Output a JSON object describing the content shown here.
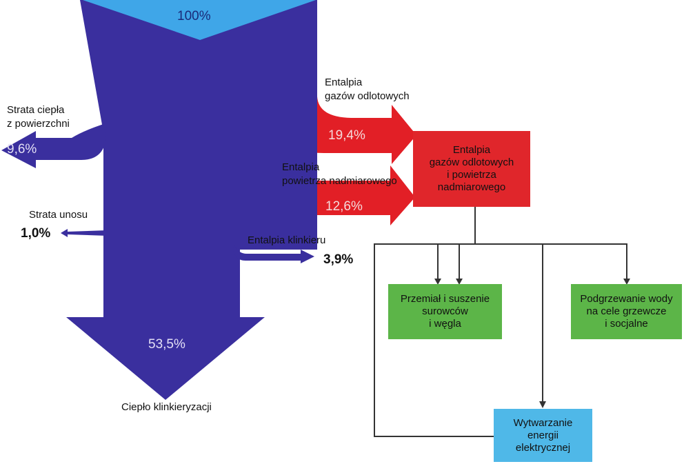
{
  "colors": {
    "main_flow": "#3a2f9e",
    "main_flow_light": "#3fa6e8",
    "exhaust_flow": "#e21f26",
    "exhaust_box": "#e0262b",
    "drying_box": "#5cb548",
    "heating_box": "#5cb548",
    "power_box": "#4fb8e8",
    "connector": "#333333"
  },
  "flows": {
    "input": {
      "percent": "100%"
    },
    "surface_loss": {
      "label_line1": "Strata ciepła",
      "label_line2": "z powierzchni",
      "percent": "9,6%"
    },
    "dust_loss": {
      "label": "Strata unosu",
      "percent": "1,0%"
    },
    "clinker_enthalpy": {
      "label": "Entalpia klinkieru",
      "percent": "3,9%"
    },
    "clinkering_heat": {
      "label": "Ciepło klinkieryzacji",
      "percent": "53,5%"
    },
    "flue_gas": {
      "label_line1": "Entalpia",
      "label_line2": "gazów odlotowych",
      "percent": "19,4%"
    },
    "excess_air": {
      "label_line1": "Entalpia",
      "label_line2": "powietrza nadmiarowego",
      "percent": "12,6%"
    }
  },
  "boxes": {
    "exhaust": {
      "text": "Entalpia\ngazów odlotowych\ni powietrza\nnadmiarowego"
    },
    "drying": {
      "text": "Przemiał i suszenie\nsurowców\ni węgla"
    },
    "heating": {
      "text": "Podgrzewanie wody\nna cele grzewcze\ni socjalne"
    },
    "power": {
      "text": "Wytwarzanie\nenergii\nelektrycznej"
    }
  }
}
